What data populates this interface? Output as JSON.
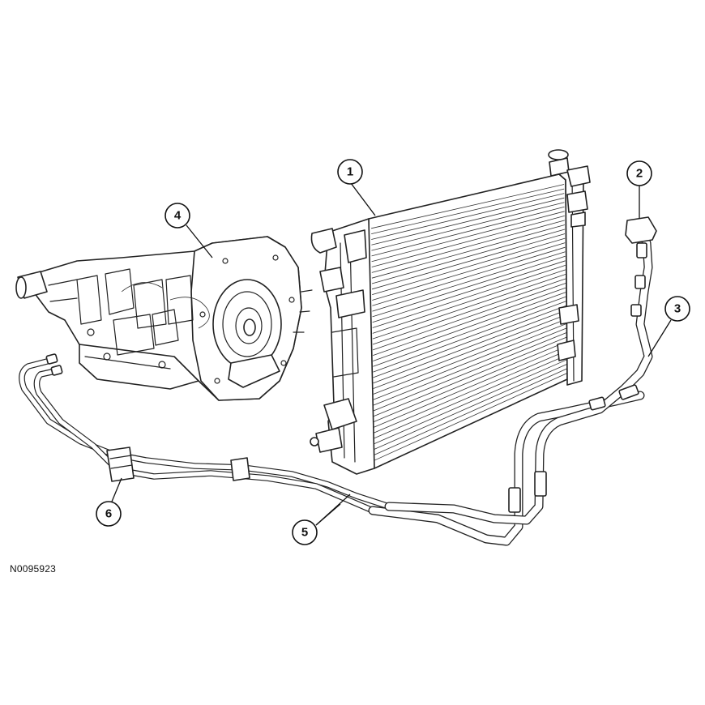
{
  "figure_code": "N0095923",
  "callouts": [
    {
      "id": "callout-1",
      "number": "1"
    },
    {
      "id": "callout-2",
      "number": "2"
    },
    {
      "id": "callout-3",
      "number": "3"
    },
    {
      "id": "callout-4",
      "number": "4"
    },
    {
      "id": "callout-5",
      "number": "5"
    },
    {
      "id": "callout-6",
      "number": "6"
    }
  ]
}
